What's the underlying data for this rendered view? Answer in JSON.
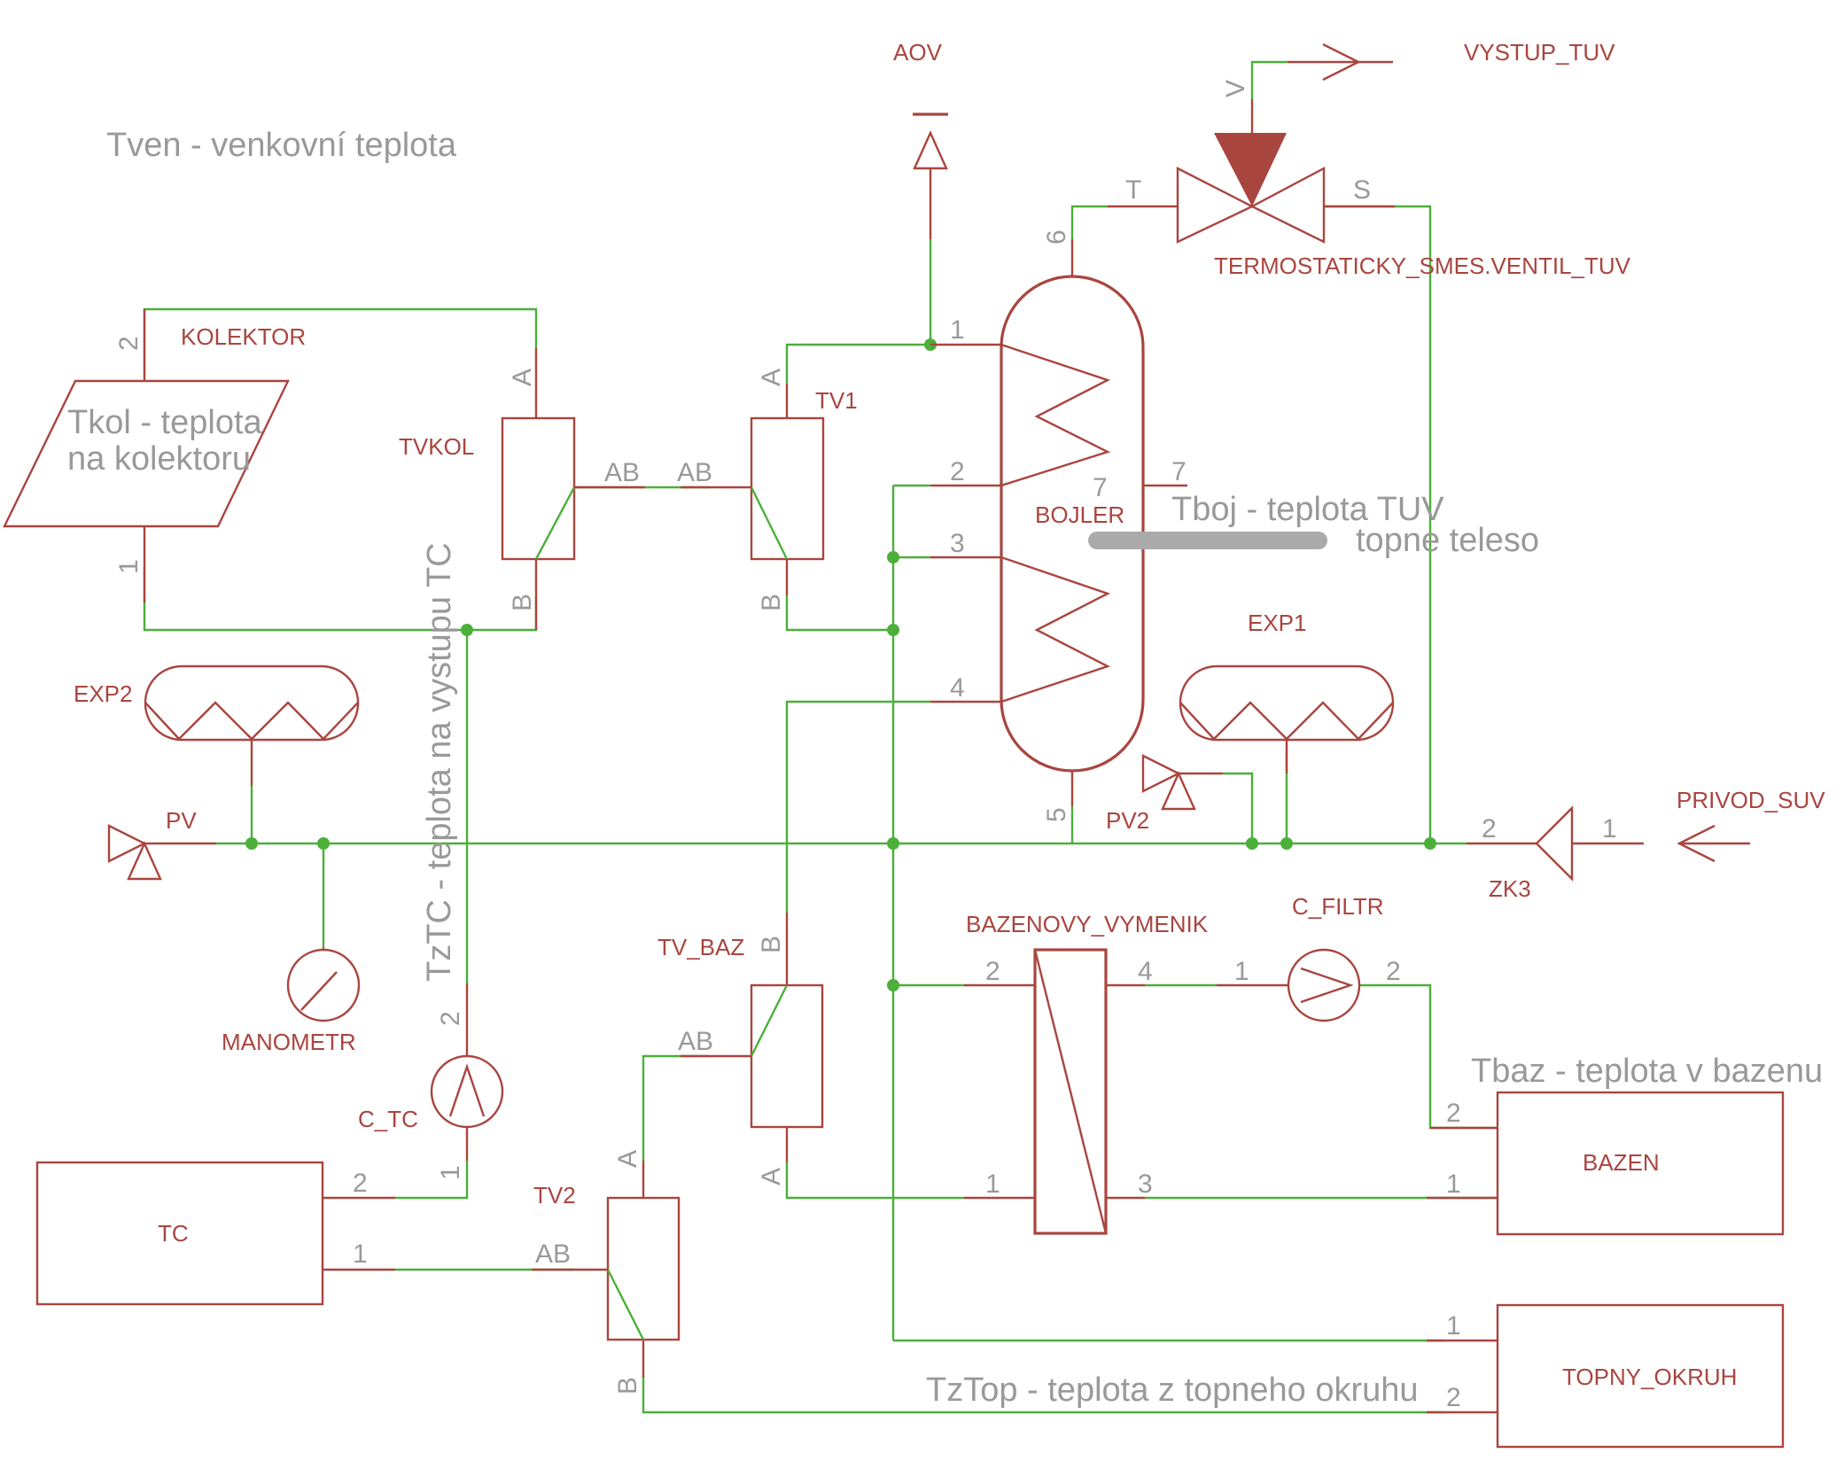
{
  "labels": {
    "aov": "AOV",
    "vystup_tuv": "VYSTUP_TUV",
    "termovalve": "TERMOSTATICKY_SMES.VENTIL_TUV",
    "kolektor": "KOLEKTOR",
    "tvkol": "TVKOL",
    "tv1": "TV1",
    "bojler": "BOJLER",
    "exp1": "EXP1",
    "exp2": "EXP2",
    "pv": "PV",
    "pv2": "PV2",
    "zk3": "ZK3",
    "privod_suv": "PRIVOD_SUV",
    "manometr": "MANOMETR",
    "tv_baz": "TV_BAZ",
    "bazenovy_vymenik": "BAZENOVY_VYMENIK",
    "c_filtr": "C_FILTR",
    "c_tc": "C_TC",
    "tv2": "TV2",
    "tc": "TC",
    "bazen": "BAZEN",
    "topny_okruh": "TOPNY_OKRUH"
  },
  "notes": {
    "tven": "Tven - venkovní teplota",
    "tkol_1": "Tkol - teplota",
    "tkol_2": "na kolektoru",
    "tboj": "Tboj - teplota TUV",
    "topne_teleso": "topne teleso",
    "tztc": "TzTC - teplota na vystupu TC",
    "tbaz": "Tbaz - teplota v bazenu",
    "tztop": "TzTop - teplota z topneho okruhu"
  },
  "pins": {
    "termo_v": "V",
    "termo_t": "T",
    "termo_s": "S",
    "kol_2": "2",
    "kol_1": "1",
    "tvkol_a": "A",
    "tvkol_b": "B",
    "tvkol_ab": "AB",
    "tv1_ab": "AB",
    "tv1_a": "A",
    "tv1_b": "B",
    "boj_1": "1",
    "boj_2": "2",
    "boj_3": "3",
    "boj_4": "4",
    "boj_5": "5",
    "boj_6": "6",
    "boj_7a": "7",
    "boj_7b": "7",
    "zk3_2": "2",
    "zk3_1": "1",
    "tvbaz_b": "B",
    "tvbaz_ab": "AB",
    "tvbaz_a": "A",
    "vym_2": "2",
    "vym_4": "4",
    "vym_1": "1",
    "vym_3": "3",
    "filtr_1": "1",
    "filtr_2": "2",
    "ctc_2": "2",
    "ctc_1": "1",
    "tc_2": "2",
    "tc_1": "1",
    "tv2_a": "A",
    "tv2_ab": "AB",
    "tv2_b": "B",
    "bazen_2": "2",
    "bazen_1": "1",
    "topny_1": "1",
    "topny_2": "2"
  }
}
